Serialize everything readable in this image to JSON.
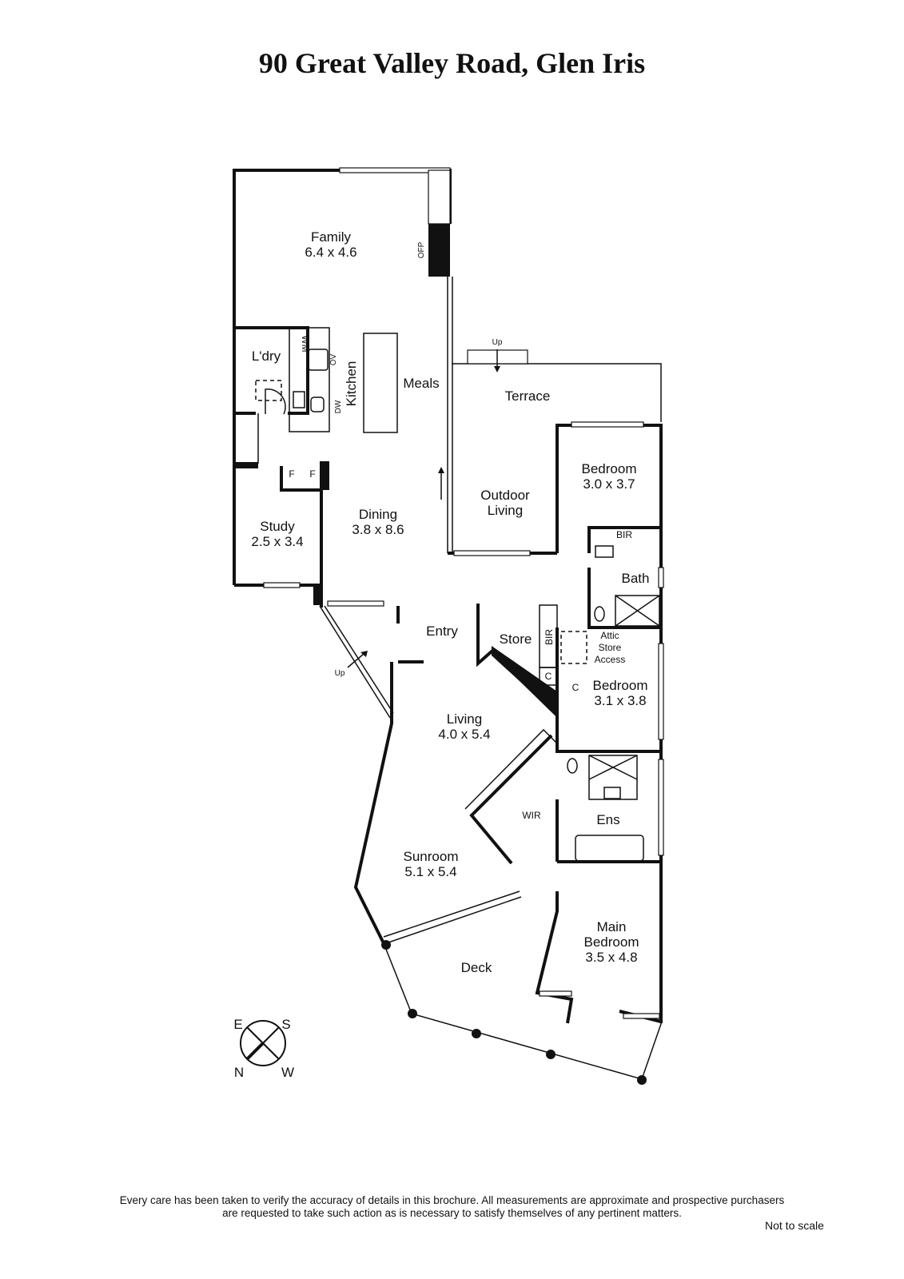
{
  "title": "90 Great Valley Road, Glen Iris",
  "rooms": {
    "family": {
      "name": "Family",
      "dims": "6.4 x 4.6"
    },
    "ldry": {
      "name": "L'dry"
    },
    "kitchen": {
      "name": "Kitchen"
    },
    "meals": {
      "name": "Meals"
    },
    "terrace": {
      "name": "Terrace"
    },
    "outdoor": {
      "name1": "Outdoor",
      "name2": "Living"
    },
    "bedroom2": {
      "name": "Bedroom",
      "dims": "3.0 x 3.7"
    },
    "study": {
      "name": "Study",
      "dims": "2.5 x 3.4"
    },
    "dining": {
      "name": "Dining",
      "dims": "3.8 x 8.6"
    },
    "bath": {
      "name": "Bath"
    },
    "entry": {
      "name": "Entry"
    },
    "store": {
      "name": "Store"
    },
    "attic": {
      "l1": "Attic",
      "l2": "Store",
      "l3": "Access"
    },
    "bedroom3": {
      "name": "Bedroom",
      "dims": "3.1 x 3.8"
    },
    "living": {
      "name": "Living",
      "dims": "4.0 x 5.4"
    },
    "wir": {
      "name": "WIR"
    },
    "ens": {
      "name": "Ens"
    },
    "sunroom": {
      "name": "Sunroom",
      "dims": "5.1 x 5.4"
    },
    "main": {
      "name1": "Main",
      "name2": "Bedroom",
      "dims": "3.5 x 4.8"
    },
    "deck": {
      "name": "Deck"
    }
  },
  "fixtures": {
    "ofp": "OFP",
    "wm": "WM",
    "ov": "OV",
    "dw": "DW",
    "f": "F",
    "bir": "BIR",
    "c": "C",
    "up": "Up"
  },
  "compass": {
    "e": "E",
    "s": "S",
    "n": "N",
    "w": "W"
  },
  "disclaimer": {
    "line1": "Every care has been taken to verify the accuracy of details in this brochure.  All measurements are approximate and prospective purchasers",
    "line2": "are requested to take such action as is necessary to satisfy themselves of any pertinent matters."
  },
  "not_to_scale": "Not to scale"
}
